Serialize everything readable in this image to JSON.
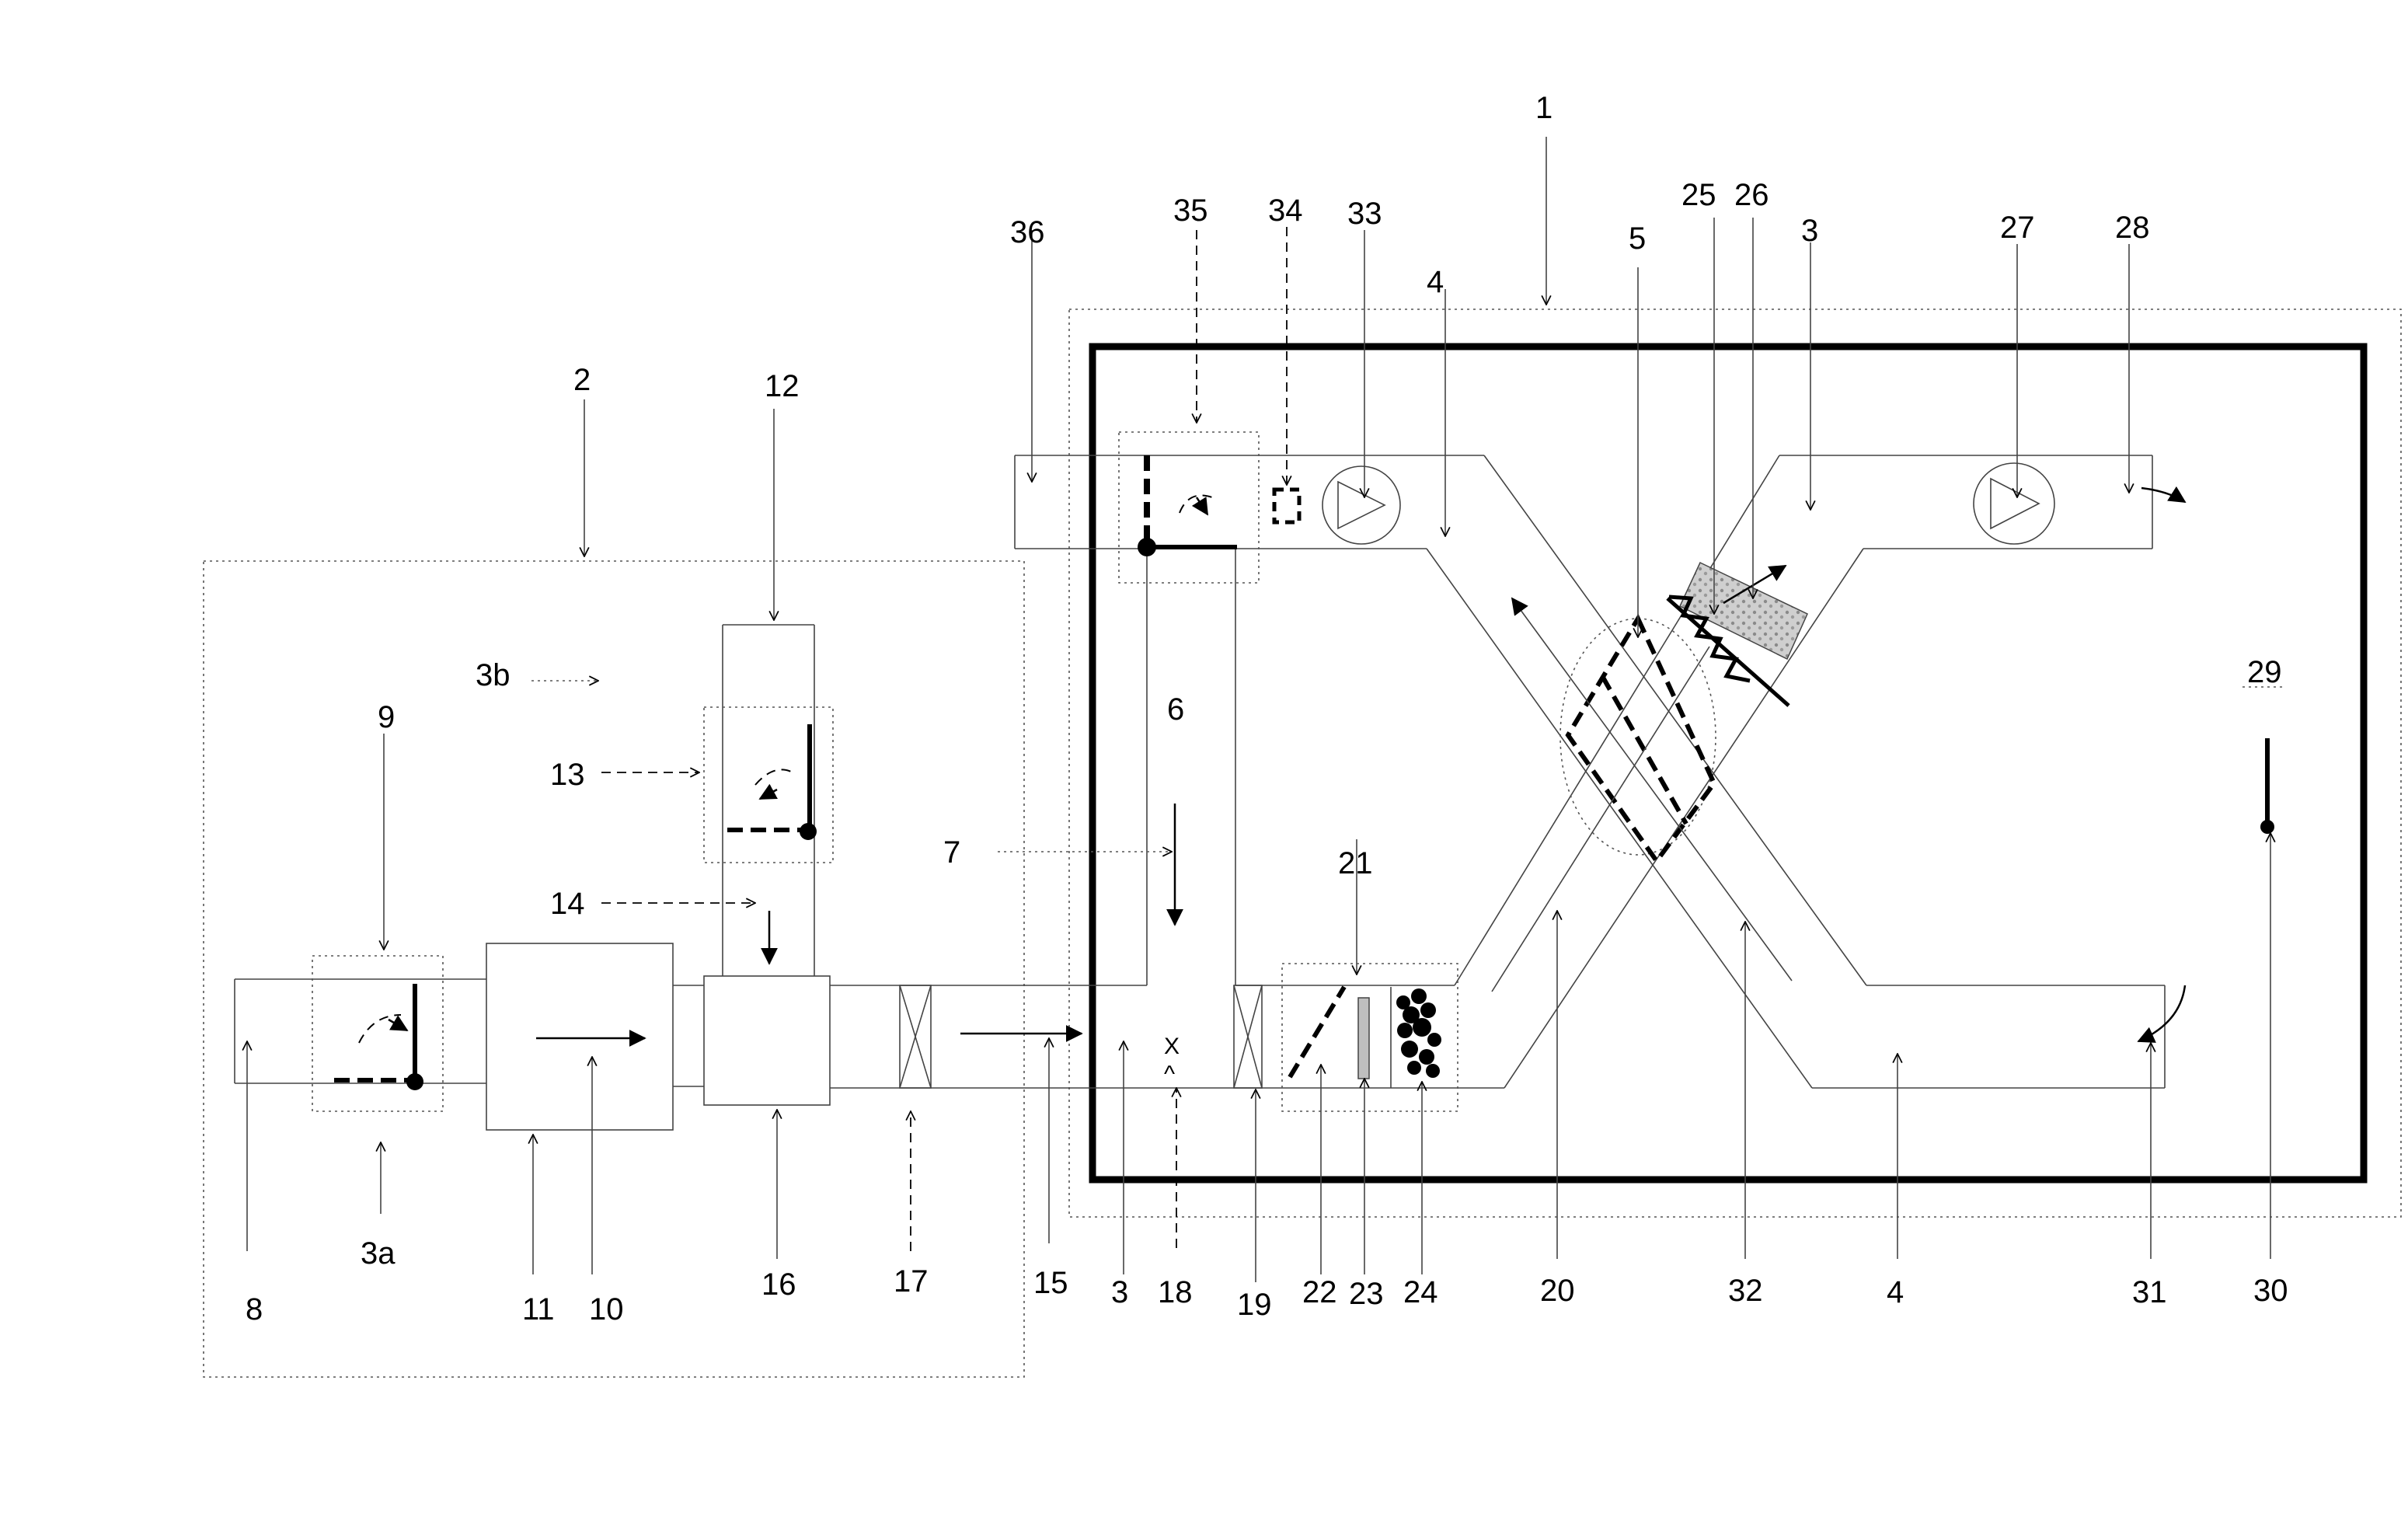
{
  "figure": {
    "type": "ventilation-system-schematic",
    "labels": {
      "l1": "1",
      "l2": "2",
      "l3_top": "3",
      "l3_bottom": "3",
      "l3a": "3a",
      "l3b": "3b",
      "l4_top": "4",
      "l4_bottom": "4",
      "l5": "5",
      "l6": "6",
      "l7": "7",
      "l8": "8",
      "l9": "9",
      "l10": "10",
      "l11": "11",
      "l12": "12",
      "l13": "13",
      "l14": "14",
      "l15": "15",
      "l16": "16",
      "l17": "17",
      "l18": "18",
      "l19": "19",
      "l20": "20",
      "l21": "21",
      "l22": "22",
      "l23": "23",
      "l24": "24",
      "l25": "25",
      "l26": "26",
      "l27": "27",
      "l28": "28",
      "l29": "29",
      "l30": "30",
      "l31": "31",
      "l32": "32",
      "l33": "33",
      "l34": "34",
      "l35": "35",
      "l36": "36"
    }
  }
}
